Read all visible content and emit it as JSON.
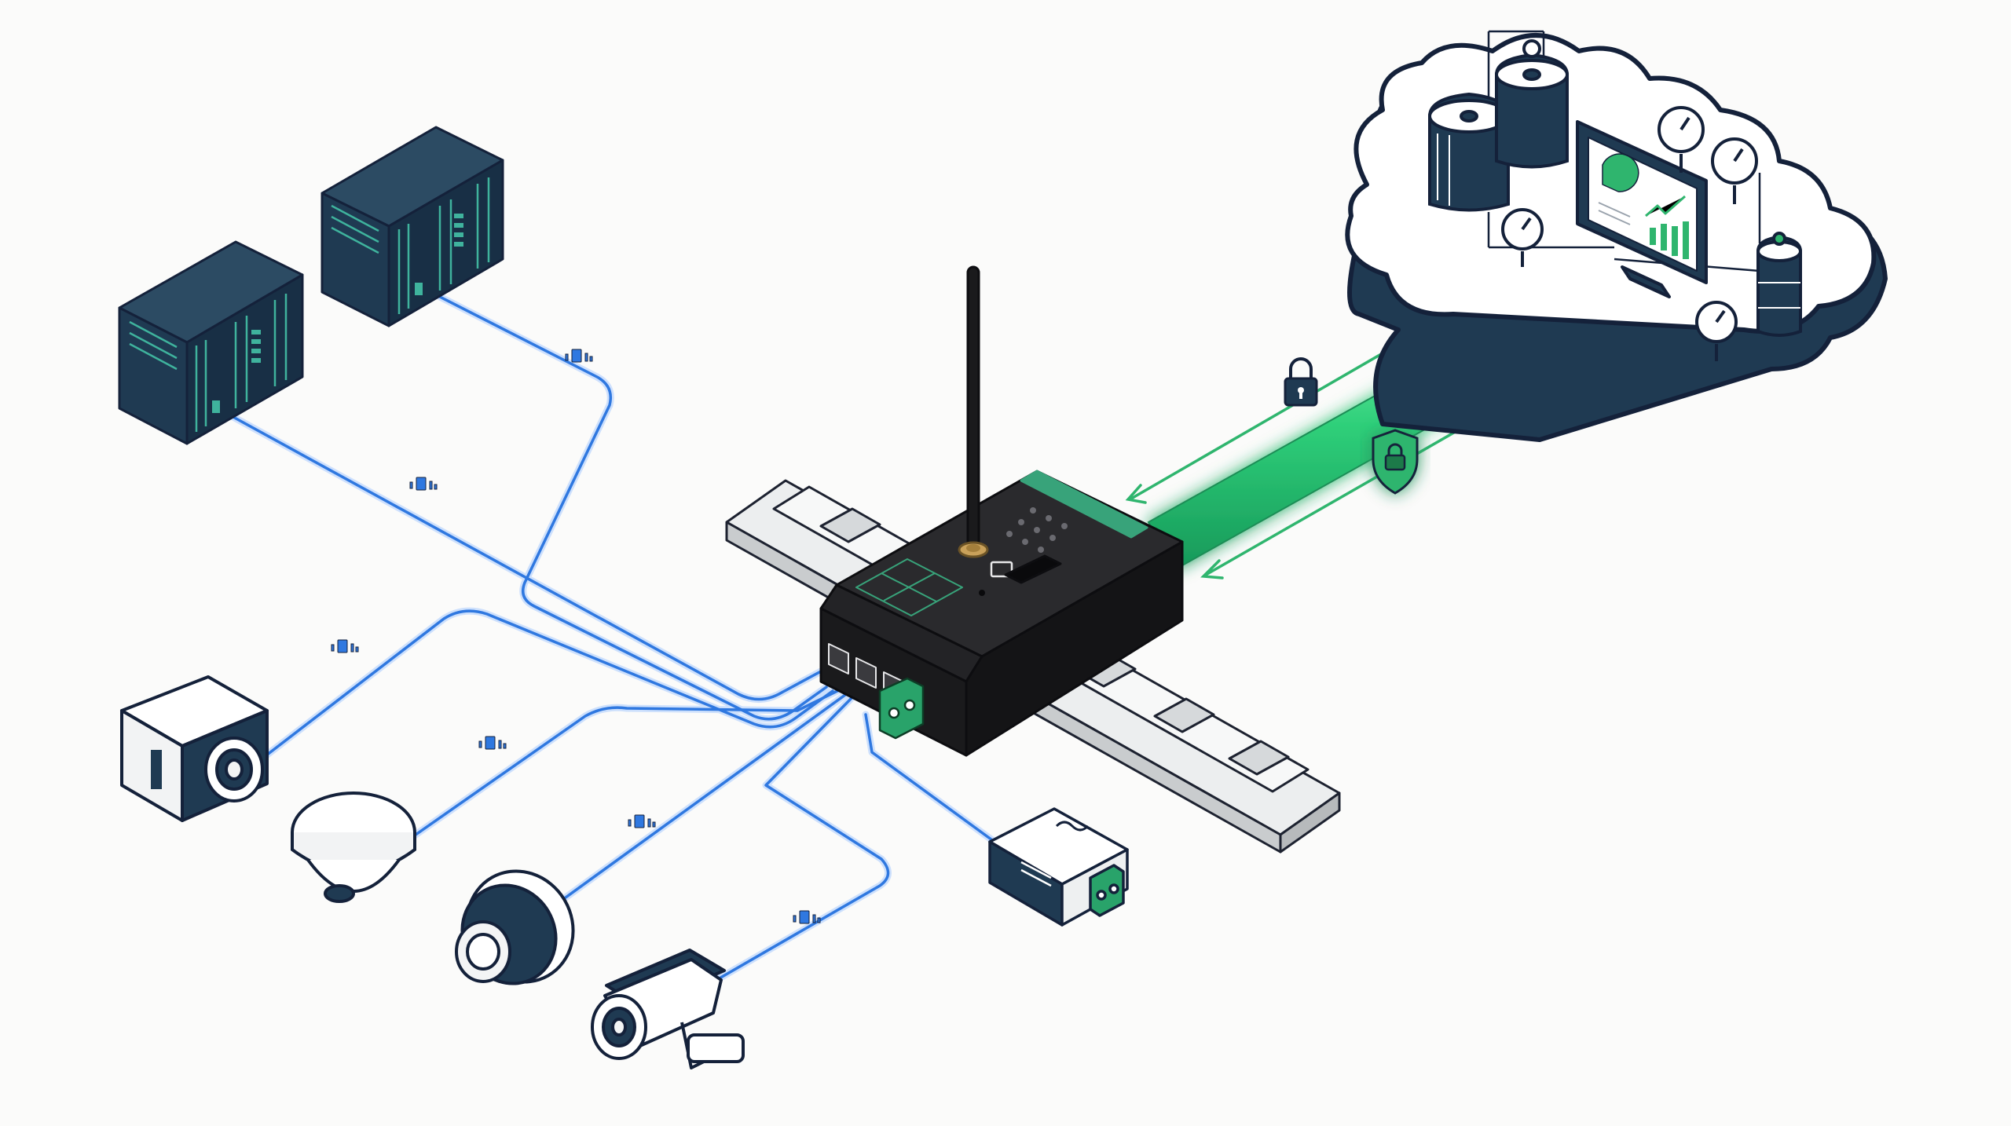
{
  "scene": {
    "kind": "industrial-iot-gateway-illustration",
    "text_labels": []
  },
  "colors": {
    "background": "#fbfbfa",
    "outline": "#14213a",
    "navy_fill": "#1e3a52",
    "rack_teal": "#2f9c8a",
    "link_blue": "#2f78e0",
    "link_glow": "#9fc4ff",
    "tunnel_green": "#2fd07a",
    "tunnel_glow": "#8ff0bd",
    "device_black": "#1d1d1f",
    "device_green_accent": "#38a37a",
    "rail_silver": "#d6d8da",
    "terminal_green": "#29a36a"
  },
  "nodes": [
    {
      "id": "gateway",
      "icon": "industrial-gateway-with-antenna"
    },
    {
      "id": "din-rail",
      "icon": "din-rail"
    },
    {
      "id": "plc-rack-1",
      "icon": "plc-rack-icon"
    },
    {
      "id": "plc-rack-2",
      "icon": "plc-rack-icon"
    },
    {
      "id": "box-camera",
      "icon": "box-camera-icon"
    },
    {
      "id": "dome-camera-white",
      "icon": "dome-camera-icon"
    },
    {
      "id": "dome-camera-navy",
      "icon": "dome-camera-icon"
    },
    {
      "id": "bullet-camera",
      "icon": "bullet-camera-icon"
    },
    {
      "id": "power-supply",
      "icon": "power-supply-icon"
    },
    {
      "id": "cloud-scada",
      "icon": "cloud-icon"
    }
  ],
  "links": [
    {
      "from": "plc-rack-1",
      "to": "gateway",
      "style": "ethernet",
      "packet_icon": "data-packet-icon"
    },
    {
      "from": "plc-rack-2",
      "to": "gateway",
      "style": "ethernet",
      "packet_icon": "data-packet-icon"
    },
    {
      "from": "box-camera",
      "to": "gateway",
      "style": "ethernet",
      "packet_icon": "data-packet-icon"
    },
    {
      "from": "dome-camera-white",
      "to": "gateway",
      "style": "ethernet",
      "packet_icon": "data-packet-icon"
    },
    {
      "from": "dome-camera-navy",
      "to": "gateway",
      "style": "ethernet",
      "packet_icon": "data-packet-icon"
    },
    {
      "from": "bullet-camera",
      "to": "gateway",
      "style": "ethernet",
      "packet_icon": "data-packet-icon"
    },
    {
      "from": "power-supply",
      "to": "gateway",
      "style": "power"
    },
    {
      "from": "gateway",
      "to": "cloud-scada",
      "style": "secure-vpn-tunnel",
      "icons": [
        "padlock-icon",
        "shield-lock-icon"
      ],
      "direction": "bidirectional"
    }
  ],
  "cloud_contents": [
    "storage-tank-icon",
    "storage-tank-icon",
    "monitor-dashboard-icon",
    "pressure-gauge-icon",
    "pressure-gauge-icon",
    "pressure-gauge-icon",
    "pressure-gauge-icon",
    "pressure-gauge-icon",
    "cylinder-tank-icon"
  ]
}
